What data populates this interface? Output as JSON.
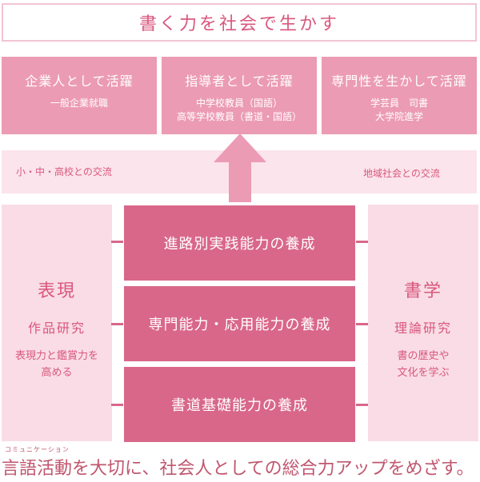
{
  "title": "書く力を社会で生かす",
  "careers": [
    {
      "head": "企業人として活躍",
      "lines": [
        "一般企業就職"
      ]
    },
    {
      "head": "指導者として活躍",
      "lines": [
        "中学校教員（国語）",
        "高等学校教員（書道・国語）"
      ]
    },
    {
      "head": "専門性を生かして活躍",
      "lines": [
        "学芸員　司書",
        "大学院進学"
      ]
    }
  ],
  "exchange": {
    "left": "小・中・高校との交流",
    "right": "地域社会との交流"
  },
  "left_panel": {
    "title": "表現",
    "subtitle": "作品研究",
    "lines": [
      "表現力と鑑賞力を",
      "高める"
    ]
  },
  "right_panel": {
    "title": "書学",
    "subtitle": "理論研究",
    "lines": [
      "書の歴史や",
      "文化を学ぶ"
    ]
  },
  "levels": [
    "進路別実践能力の養成",
    "専門能力・応用能力の養成",
    "書道基礎能力の養成"
  ],
  "bottom": {
    "ruby": "コミュニケーション",
    "message": "言語活動を大切に、社会人としての総合力アップをめざす。"
  },
  "colors": {
    "title_text": "#d9577e",
    "career_bg": "#ec9bb5",
    "band_bg": "#fbe4ec",
    "side_bg": "#f9dce6",
    "level_bg": "#d9678a",
    "message_text": "#c0566e"
  }
}
